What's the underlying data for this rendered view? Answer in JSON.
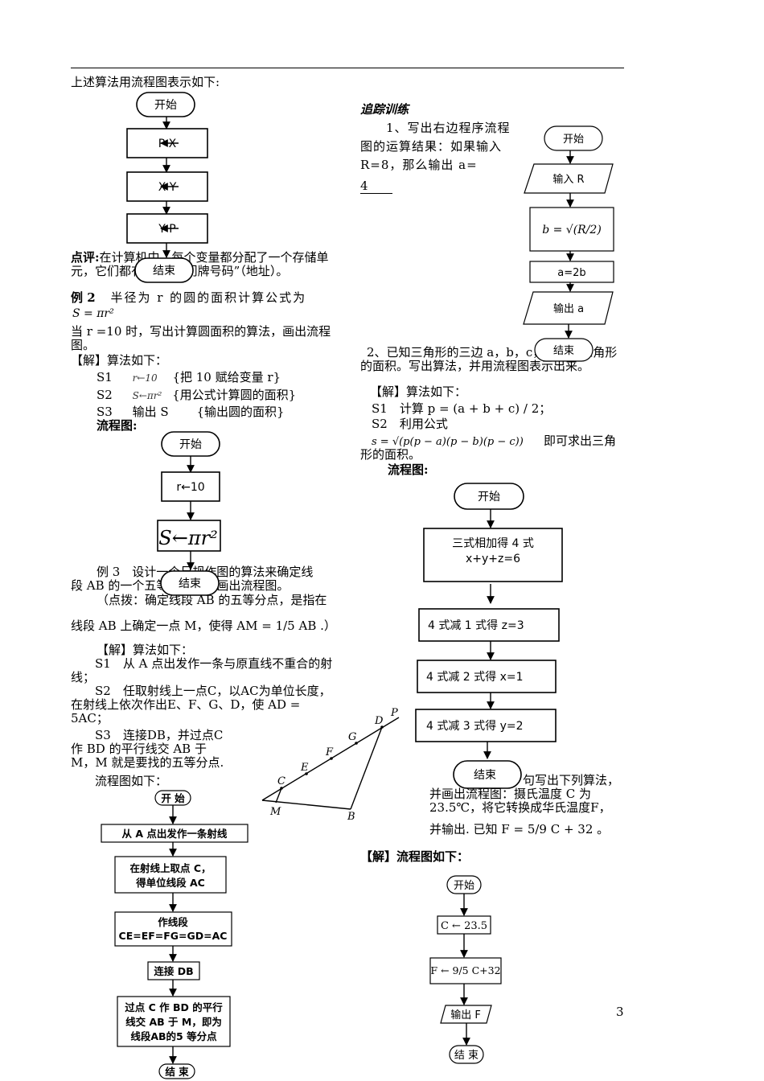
{
  "page_number": "3",
  "left": {
    "intro": "上述算法用流程图表示如下:",
    "fc1": {
      "start": "开始",
      "box1": "P    X",
      "box2": "X    Y",
      "box3": "Y    P",
      "end": "结束"
    },
    "comment_label": "点评:",
    "comment_text": "在计算机中，每个变量都分配了一个存储单元，它们都有各自的“门牌号码”（地址）。",
    "ex2_label": "例 2",
    "ex2_text": "半径为 r 的圆的面积计算公式为",
    "ex2_formula": "S = πr²",
    "ex2_cond": "当 r =10 时，写出计算圆面积的算法，画出流程图。",
    "sol_label": "【解】算法如下：",
    "steps": [
      {
        "name": "S1",
        "expr": "r←10",
        "note": "{把 10 赋给变量 r}"
      },
      {
        "name": "S2",
        "expr": "S←πr²",
        "note": "{用公式计算圆的面积}"
      },
      {
        "name": "S3",
        "expr": "输出 S",
        "note": "{输出圆的面积}"
      }
    ],
    "flow_label": "流程图:",
    "fc2": {
      "start": "开始",
      "box1": "r←10",
      "box2": "S←πr²",
      "end": "结束"
    },
    "ex3_line1": "例 3　设计一个尺规作图的算法来确定线",
    "ex3_line2": "段 AB 的一个五等分点，并画出流程图。",
    "ex3_hint": "（点拨：确定线段 AB 的五等分点，是指在",
    "ex3_hint2": "线段 AB 上确定一点 M，使得 AM = 1/5 AB .）",
    "ex3_sol": "【解】算法如下：",
    "ex3_s1": "S1　从 A 点出发作一条与原直线不重合的射线；",
    "ex3_s2": "S2　任取射线上一点C，以AC为单位长度，在射线上依次作出E、F、G、D，使 AD = 5AC；",
    "ex3_s3": "S3　连接DB，并过点C作 BD 的平行线交 AB 于 M，M 就是要找的五等分点.",
    "ex3_flow": "流程图如下：",
    "fc3": {
      "start": "开 始",
      "b1": "从 A 点出发作一条射线",
      "b2a": "在射线上取点 C，",
      "b2b": "得单位线段 AC",
      "b3a": "作线段",
      "b3b": "CE=EF=FG=GD=AC",
      "b4": "连接 DB",
      "b5a": "过点 C 作 BD 的平行",
      "b5b": "线交 AB 于 M，即为",
      "b5c": "线段AB的5 等分点",
      "end": "结 束"
    },
    "geo": {
      "P": "P",
      "D": "D",
      "G": "G",
      "F": "F",
      "E": "E",
      "C": "C",
      "M": "M",
      "B": "B"
    }
  },
  "right": {
    "track_title": "追踪训练",
    "q1": "1、写出右边程序流程图的运算结果：如果输入 R=8，那么输出 a=",
    "q1_answer": "4",
    "fc4": {
      "start": "开始",
      "input": "输入 R",
      "calc": "b = √(R/2)",
      "assign": "a=2b",
      "output": "输出 a",
      "end": "结束"
    },
    "q2": "2、已知三角形的三边 a，b，c，计算该三角形的面积。写出算法，并用流程图表示出来。",
    "q2_sol": "【解】算法如下：",
    "q2_s1": "S1　计算 p = (a + b + c) / 2；",
    "q2_s2": "S2　利用公式",
    "q2_formula": "s = √(p(p − a)(p − b)(p − c))",
    "q2_formula_tail": "即可求出三角形的面积。",
    "q2_flow": "流程图:",
    "fc5": {
      "start": "开始",
      "b1a": "三式相加得 4 式",
      "b1b": "x+y+z=6",
      "b2": "4 式减 1 式得 z=3",
      "b3": "4 式减 2 式得 x=1",
      "b4": "4 式减 3 式得 y=2",
      "end": "结束"
    },
    "q3_line1": "句写出下列算法，",
    "q3_line2": "并画出流程图：摄氏温度 C 为",
    "q3_line3": "23.5℃，将它转换成华氏温度F，",
    "q3_line4": "并输出. 已知 F = 5/9 C + 32 。",
    "q3_sol": "【解】流程图如下：",
    "fc6": {
      "start": "开始",
      "b1": "C ← 23.5",
      "b2": "F ← 9/5 C+32",
      "out": "输出 F",
      "end": "结 束"
    }
  }
}
